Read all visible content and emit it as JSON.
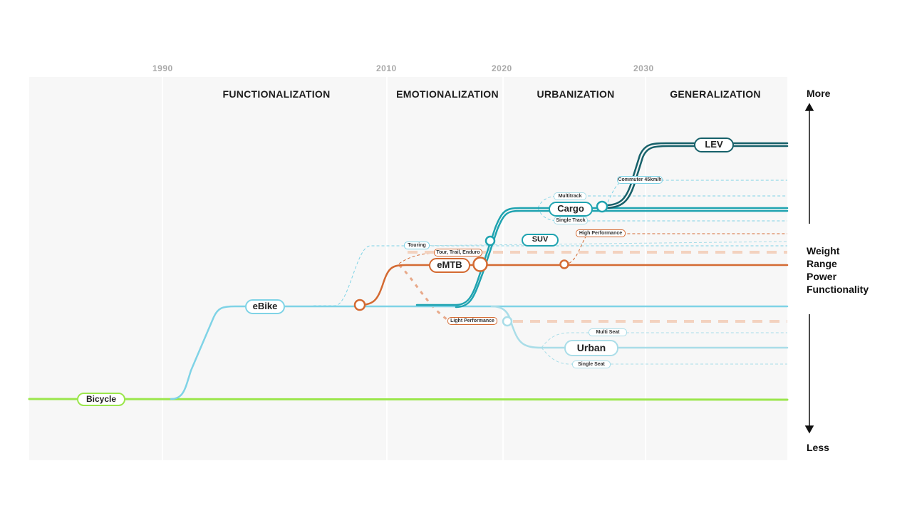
{
  "years": [
    "1990",
    "2010",
    "2020",
    "2030"
  ],
  "eras": [
    "FUNCTIONALIZATION",
    "EMOTIONALIZATION",
    "URBANIZATION",
    "GENERALIZATION"
  ],
  "scale": {
    "top": "More",
    "bottom": "Less",
    "attributes": [
      "Weight",
      "Range",
      "Power",
      "Functionality"
    ]
  },
  "stations": {
    "bicycle": "Bicycle",
    "ebike": "eBike",
    "emtb": "eMTB",
    "suv": "SUV",
    "cargo": "Cargo",
    "lev": "LEV",
    "urban": "Urban"
  },
  "tags": {
    "touring": "Touring",
    "tour_trail_enduro": "Tour, Trail, Enduro",
    "light_performance": "Light Performance",
    "high_performance": "High Performance",
    "multitrack": "Multitrack",
    "single_track": "Single Track",
    "commuter": "Commuter 45km/h",
    "multi_seat": "Multi Seat",
    "single_seat": "Single Seat"
  },
  "colors": {
    "bicycle": "#9be64c",
    "ebike": "#7fd3e6",
    "emtb": "#d46a32",
    "cargo": "#1fa3b0",
    "lev": "#17616a",
    "urban": "#a9dde8",
    "panel": "#f7f7f7"
  }
}
